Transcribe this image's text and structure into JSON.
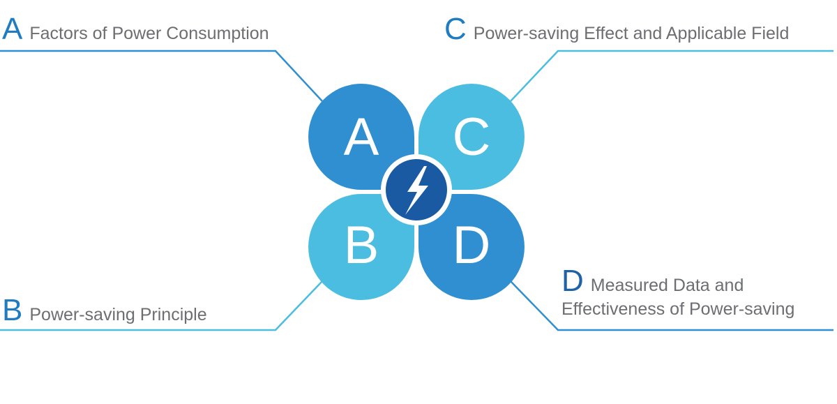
{
  "colors": {
    "petal_a": "#2f8fd0",
    "petal_b": "#4bbde0",
    "petal_c": "#4bbde0",
    "petal_d": "#2f8fd0",
    "center": "#1a5aa3",
    "line_dark": "#2f8fd0",
    "line_light": "#4bbde0",
    "text_gray": "#6d6e71"
  },
  "petals": {
    "a": {
      "letter": "A"
    },
    "b": {
      "letter": "B"
    },
    "c": {
      "letter": "C"
    },
    "d": {
      "letter": "D"
    }
  },
  "center": {
    "icon": "lightning-bolt-icon"
  },
  "labels": {
    "a": {
      "letter": "A",
      "title": "Factors of Power Consumption"
    },
    "b": {
      "letter": "B",
      "title": "Power-saving Principle"
    },
    "c": {
      "letter": "C",
      "title": "Power-saving Effect and Applicable Field"
    },
    "d": {
      "letter": "D",
      "title_line1": "Measured Data and",
      "title_line2": "Effectiveness of Power-saving"
    }
  }
}
